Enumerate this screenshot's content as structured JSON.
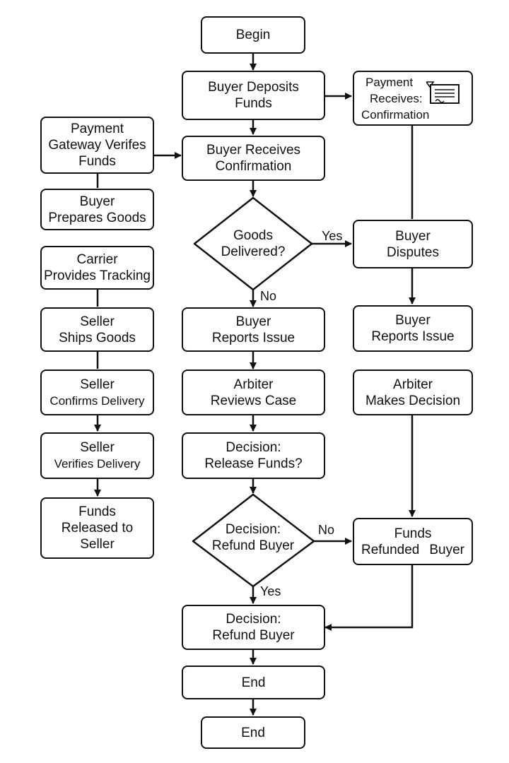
{
  "nodes": {
    "begin": [
      "Begin"
    ],
    "buyer_deposits": [
      "Buyer Deposits",
      "Funds"
    ],
    "payment_receives_confirmation": [
      "Payment",
      "Receives:",
      "Confirmation"
    ],
    "gateway_verifies": [
      "Payment",
      "Gateway Verifes",
      "Funds"
    ],
    "buyer_receives_confirmation": [
      "Buyer Receives",
      "Confirmation"
    ],
    "buyer_prepares_goods": [
      "Buyer",
      "Prepares Goods"
    ],
    "goods_delivered": [
      "Goods",
      "Delivered?"
    ],
    "buyer_disputes": [
      "Buyer",
      "Disputes"
    ],
    "carrier_tracking": [
      "Carrier",
      "Provides Tracking"
    ],
    "seller_ships": [
      "Seller",
      "Ships Goods"
    ],
    "buyer_reports_issue_mid": [
      "Buyer",
      "Reports Issue"
    ],
    "buyer_reports_issue_right": [
      "Buyer",
      "Reports Issue"
    ],
    "seller_confirms": [
      "Seller",
      "Confirms Delivery"
    ],
    "arbiter_reviews": [
      "Arbiter",
      "Reviews Case"
    ],
    "arbiter_decision": [
      "Arbiter",
      "Makes Decision"
    ],
    "seller_verifies": [
      "Seller",
      "Verifies Delivery"
    ],
    "decision_release": [
      "Decision:",
      "Release Funds?"
    ],
    "funds_released": [
      "Funds",
      "Released to",
      "Seller"
    ],
    "decision_refund_diamond": [
      "Decision:",
      "Refund Buyer"
    ],
    "funds_refunded": [
      "Funds",
      "Refunded",
      "Buyer"
    ],
    "decision_refund_box": [
      "Decision:",
      "Refund Buyer"
    ],
    "end_1": [
      "End"
    ],
    "end_2": [
      "End"
    ]
  },
  "edge_labels": {
    "yes_goods": "Yes",
    "no_goods": "No",
    "no_refund": "No",
    "yes_refund": "Yes"
  }
}
